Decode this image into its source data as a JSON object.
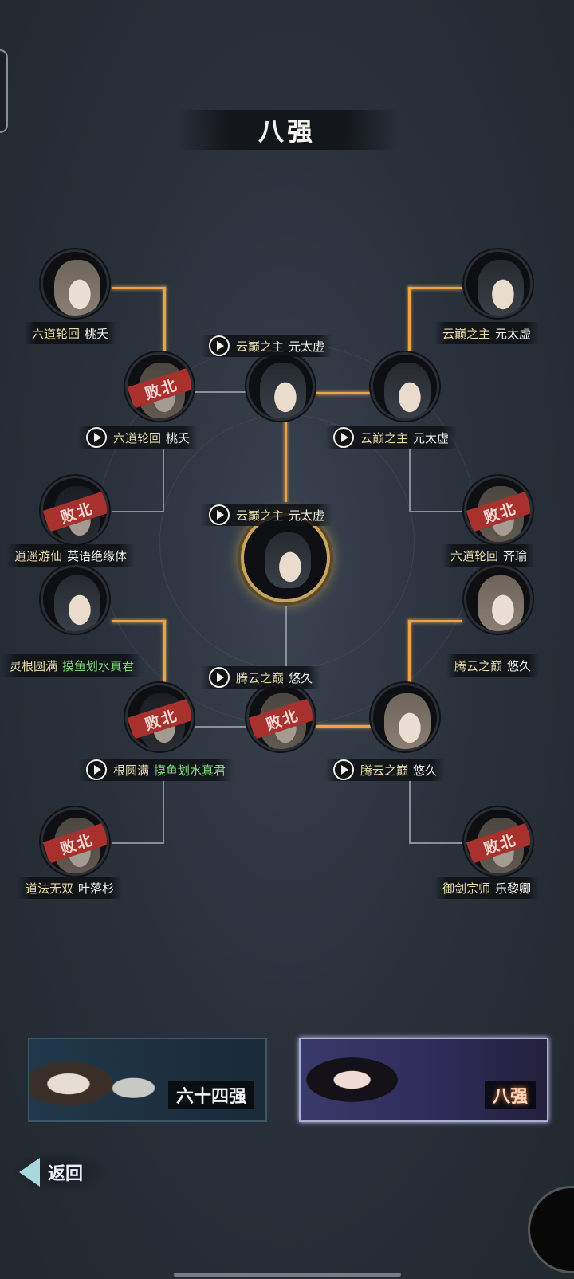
{
  "title": "八强",
  "defeated_label": "败北",
  "colors": {
    "winner_line": "#e9a34b",
    "loser_line": "#8a9099",
    "defeated_stamp": "#a8312e",
    "highlight_name": "#7fd67a"
  },
  "bracket": {
    "r1_top_left_a": {
      "sect": "六道轮回",
      "name": "桃夭",
      "defeated": false
    },
    "r1_top_left_b": {
      "sect": "逍遥游仙",
      "name": "英语绝缘体",
      "defeated": true
    },
    "r1_top_right_a": {
      "sect": "云巅之主",
      "name": "元太虚",
      "defeated": false
    },
    "r1_top_right_b": {
      "sect": "六道轮回",
      "name": "齐瑜",
      "defeated": true
    },
    "r1_bot_left_a": {
      "sect": "灵根圆满",
      "name": "摸鱼划水真君",
      "defeated": false,
      "highlight": true
    },
    "r1_bot_left_b": {
      "sect": "道法无双",
      "name": "叶落杉",
      "defeated": true
    },
    "r1_bot_right_a": {
      "sect": "腾云之巅",
      "name": "悠久",
      "defeated": false
    },
    "r1_bot_right_b": {
      "sect": "御剑宗师",
      "name": "乐黎卿",
      "defeated": true
    },
    "qf_top_left": {
      "sect": "六道轮回",
      "name": "桃夭",
      "defeated": true
    },
    "qf_top_right": {
      "sect": "云巅之主",
      "name": "元太虚",
      "defeated": false
    },
    "qf_bot_left": {
      "sect": "根圆满",
      "name": "摸鱼划水真君",
      "defeated": true,
      "highlight": true
    },
    "qf_bot_right": {
      "sect": "腾云之巅",
      "name": "悠久",
      "defeated": false
    },
    "sf_top": {
      "sect": "云巅之主",
      "name": "元太虚",
      "defeated": false
    },
    "sf_bot": {
      "sect": "腾云之巅",
      "name": "悠久",
      "defeated": true
    },
    "champion": {
      "sect": "云巅之主",
      "name": "元太虚",
      "defeated": false
    }
  },
  "stage_cards": [
    {
      "label": "六十四强",
      "selected": false
    },
    {
      "label": "八强",
      "selected": true
    }
  ],
  "back_label": "返回"
}
